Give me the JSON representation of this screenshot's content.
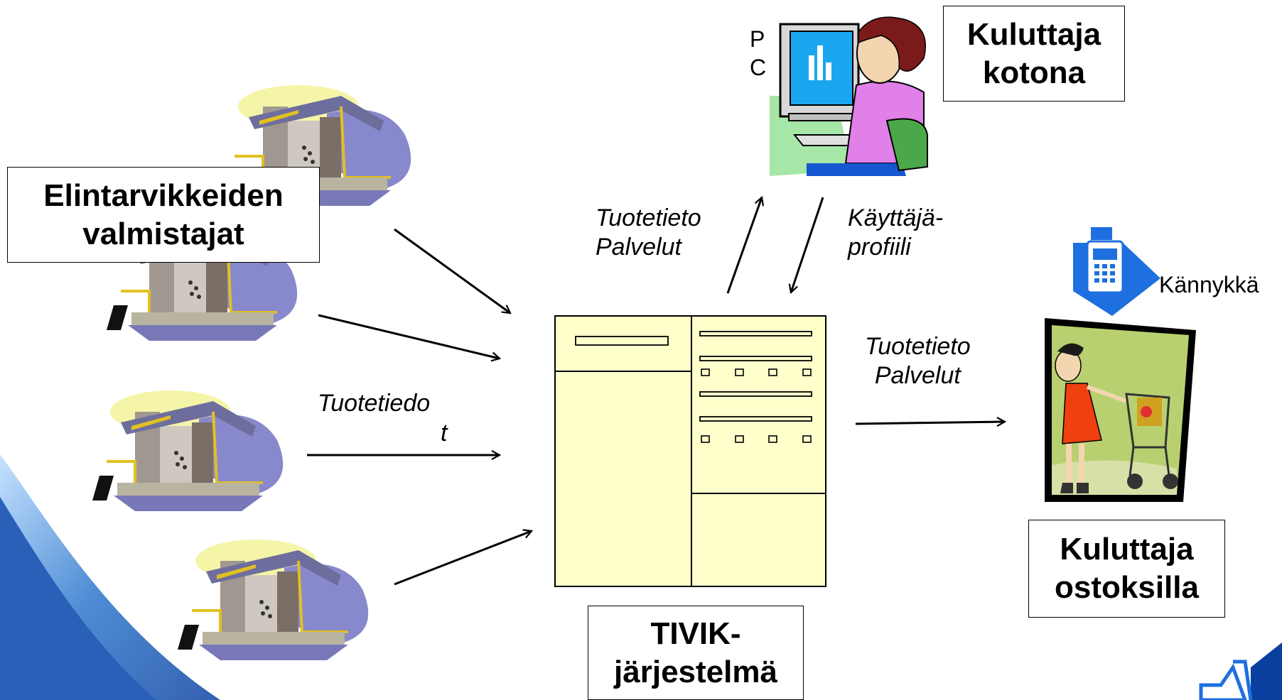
{
  "boxes": {
    "manufacturers": {
      "line1": "Elintarvikkeiden",
      "line2": "valmistajat"
    },
    "consumer_home": {
      "line1": "Kuluttaja",
      "line2": "kotona"
    },
    "consumer_shopping": {
      "line1": "Kuluttaja",
      "line2": "ostoksilla"
    },
    "system": {
      "line1": "TIVIK-",
      "line2": "järjestelmä"
    }
  },
  "labels": {
    "to_home": {
      "line1": "Tuotetieto",
      "line2": "Palvelut"
    },
    "from_home": {
      "line1": "Käyttäjä-",
      "line2": "profiili"
    },
    "to_shopping": {
      "line1": "Tuotetieto",
      "line2": "Palvelut"
    },
    "from_manufacturers": {
      "line1": "Tuotetiedo",
      "line2": "t"
    },
    "pc": {
      "line1": "P",
      "line2": "C"
    },
    "phone": "Kännykkä"
  },
  "icons": {
    "factory": "factory-icon",
    "pc_user": "computer-user-icon",
    "phone": "mobile-phone-icon",
    "shopper": "shopper-icon",
    "logo": "logo-mark"
  },
  "colors": {
    "form_fill": "#ffffcc",
    "swoosh": "#3a7fd0",
    "factory_purple": "#8888cc",
    "phone_blue": "#1e6fe0"
  }
}
